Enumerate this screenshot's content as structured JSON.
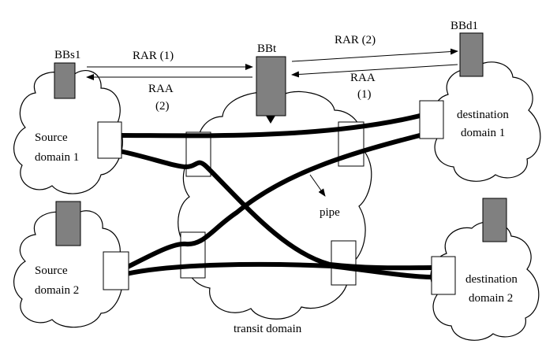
{
  "nodes": {
    "bbs1": "BBs1",
    "bbt": "BBt",
    "bbd1": "BBd1"
  },
  "domains": {
    "source1": [
      "Source",
      "domain 1"
    ],
    "source2": [
      "Source",
      "domain 2"
    ],
    "dest1": [
      "destination",
      "domain 1"
    ],
    "dest2": [
      "destination",
      "domain 2"
    ],
    "transit": "transit domain"
  },
  "messages": {
    "rar1": "RAR (1)",
    "raa2": [
      "RAA",
      "(2)"
    ],
    "rar2": "RAR (2)",
    "raa1": [
      "RAA",
      "(1)"
    ]
  },
  "annotations": {
    "pipe": "pipe"
  }
}
